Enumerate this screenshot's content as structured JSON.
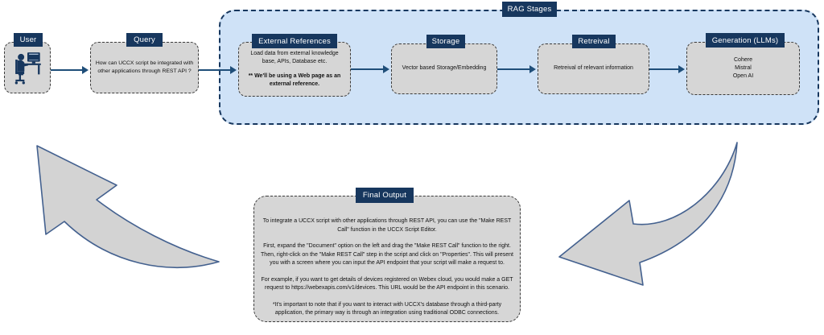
{
  "diagram": {
    "rag_container_label": "RAG Stages",
    "nodes": {
      "user": {
        "label": "User",
        "icon": "user-at-computer-icon"
      },
      "query": {
        "label": "Query",
        "text": "How can UCCX script be integrated with other applications through REST API ?"
      },
      "external_references": {
        "label": "External References",
        "text": "Load data from external knowledge base, APIs, Database etc.",
        "note": "** We'll be using a Web page as an external reference."
      },
      "storage": {
        "label": "Storage",
        "text": "Vector based Storage/Embedding"
      },
      "retrieval": {
        "label": "Retreival",
        "text": "Retreival of relevant information"
      },
      "generation": {
        "label": "Generation (LLMs)",
        "providers": [
          "Cohere",
          "Mistral",
          "Open AI"
        ]
      },
      "final_output": {
        "label": "Final Output",
        "paragraphs": [
          "To integrate a UCCX script with other applications through REST API, you can use the \"Make REST Call\" function in the UCCX Script Editor.",
          "First, expand the \"Document\" option on the left and drag the \"Make REST Call\" function to the right. Then, right-click on the \"Make REST Call\" step in the script and click on \"Properties\". This will present you with a screen where you can input the API endpoint that your script will make a request to.",
          "For example, if you want to get details of devices registered on Webex cloud, you would make a GET request to https://webexapis.com/v1/devices. This URL would be the API endpoint in this scenario.",
          "*It's important to note that if you want to interact with UCCX's database through a third-party application, the primary way is through an integration using traditional ODBC connections."
        ]
      }
    },
    "colors": {
      "navy_label": "#17375E",
      "connector": "#1F4E79",
      "node_fill": "#D6D6D6",
      "container_fill": "#CFE2F7",
      "curved_arrow_fill": "#D3D3D3"
    }
  }
}
